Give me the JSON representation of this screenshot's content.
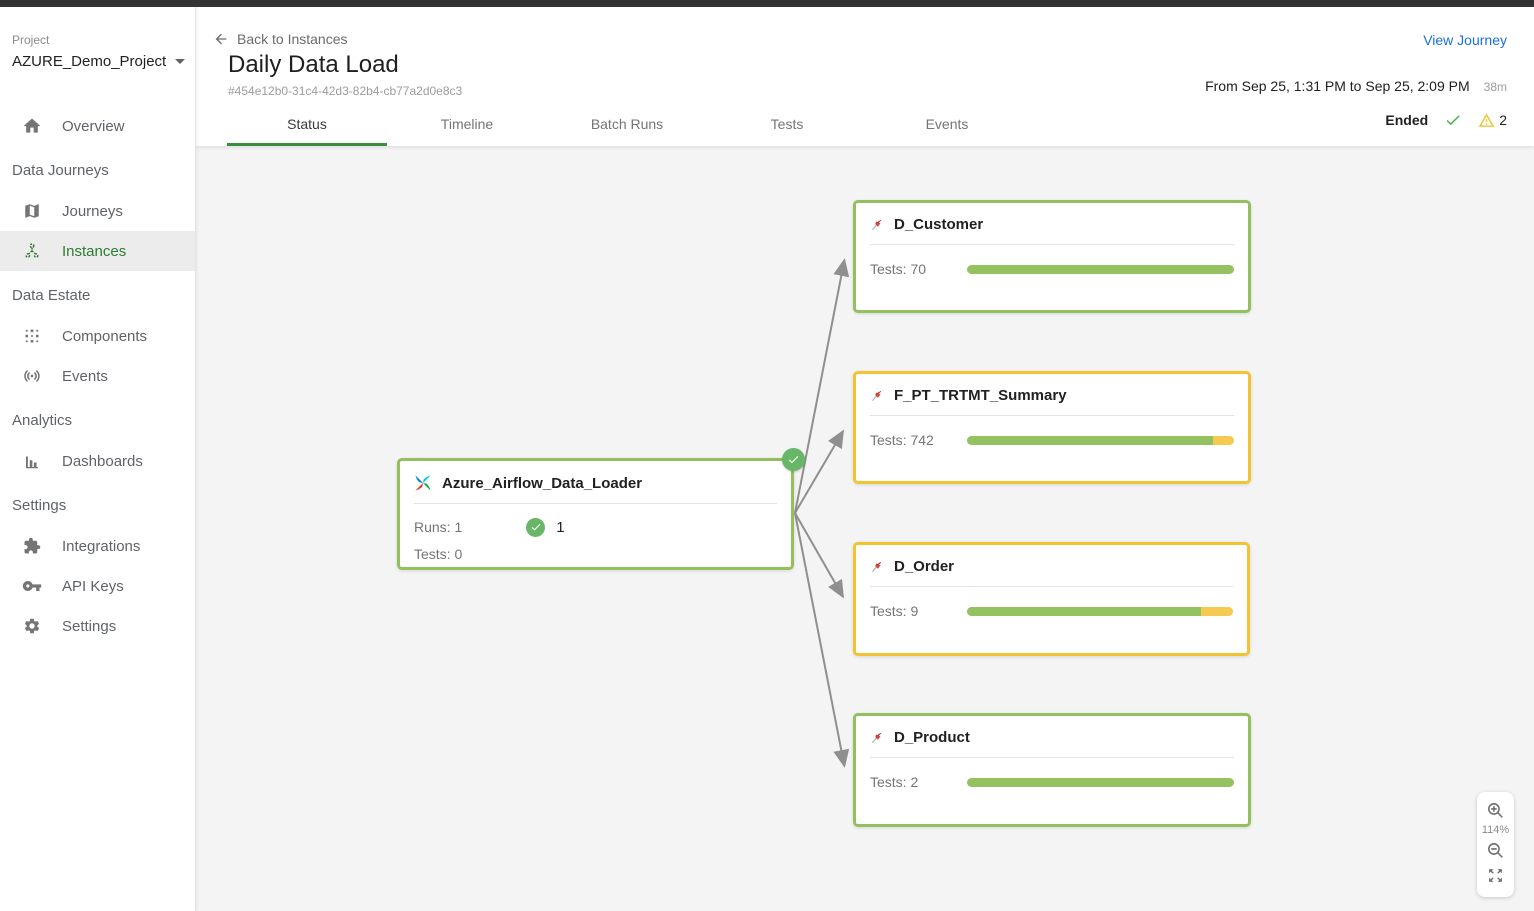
{
  "sidebar": {
    "project_label": "Project",
    "project_name": "AZURE_Demo_Project",
    "items": [
      {
        "label": "Overview",
        "icon": "home-icon"
      },
      {
        "label": "Data Journeys",
        "type": "section"
      },
      {
        "label": "Journeys",
        "icon": "map-icon"
      },
      {
        "label": "Instances",
        "icon": "tree-icon",
        "active": true
      },
      {
        "label": "Data Estate",
        "type": "section"
      },
      {
        "label": "Components",
        "icon": "components-icon"
      },
      {
        "label": "Events",
        "icon": "broadcast-icon"
      },
      {
        "label": "Analytics",
        "type": "section"
      },
      {
        "label": "Dashboards",
        "icon": "bar-chart-icon"
      },
      {
        "label": "Settings",
        "type": "section"
      },
      {
        "label": "Integrations",
        "icon": "puzzle-icon"
      },
      {
        "label": "API Keys",
        "icon": "key-icon"
      },
      {
        "label": "Settings",
        "icon": "gear-icon"
      }
    ]
  },
  "header": {
    "back_label": "Back to Instances",
    "title": "Daily Data Load",
    "instance_id": "#454e12b0-31c4-42d3-82b4-cb77a2d0e8c3",
    "view_journey_label": "View Journey",
    "time_range": "From Sep 25, 1:31 PM to Sep 25, 2:09 PM",
    "duration": "38m",
    "tabs": [
      {
        "label": "Status",
        "active": true
      },
      {
        "label": "Timeline"
      },
      {
        "label": "Batch Runs"
      },
      {
        "label": "Tests"
      },
      {
        "label": "Events"
      }
    ],
    "status": {
      "label": "Ended",
      "result_icon": "check-icon",
      "warning_icon": "warning-icon",
      "warning_count": "2"
    }
  },
  "canvas": {
    "zoom_level": "114%",
    "nodes": [
      {
        "title": "Azure_Airflow_Data_Loader",
        "icon": "airflow-icon",
        "status_color": "green",
        "runs_label": "Runs: 1",
        "runs_success_count": "1",
        "tests_label": "Tests: 0"
      },
      {
        "title": "D_Customer",
        "icon": "dataset-icon",
        "status_color": "green",
        "tests_label": "Tests: 70",
        "bar": {
          "green_pct": "100%",
          "yellow_pct": "0%"
        }
      },
      {
        "title": "F_PT_TRTMT_Summary",
        "icon": "dataset-icon",
        "status_color": "yellow",
        "tests_label": "Tests: 742",
        "bar": {
          "green_pct": "92%",
          "yellow_pct": "8%"
        }
      },
      {
        "title": "D_Order",
        "icon": "dataset-icon",
        "status_color": "yellow",
        "tests_label": "Tests: 9",
        "bar": {
          "green_pct": "88%",
          "yellow_pct": "12%"
        }
      },
      {
        "title": "D_Product",
        "icon": "dataset-icon",
        "status_color": "green",
        "tests_label": "Tests: 2",
        "bar": {
          "green_pct": "100%",
          "yellow_pct": "0%"
        }
      }
    ],
    "edges": [
      {
        "from": "Azure_Airflow_Data_Loader",
        "to": "D_Customer"
      },
      {
        "from": "Azure_Airflow_Data_Loader",
        "to": "F_PT_TRTMT_Summary"
      },
      {
        "from": "Azure_Airflow_Data_Loader",
        "to": "D_Order"
      },
      {
        "from": "Azure_Airflow_Data_Loader",
        "to": "D_Product"
      }
    ]
  },
  "colors": {
    "success_green": "#68b769",
    "border_green": "#92c05e",
    "border_yellow": "#f2c431",
    "bar_green": "#94c261",
    "bar_yellow": "#f4ca50",
    "link_blue": "#1a6fe0",
    "tab_active_green": "#388e3c",
    "nav_active_green": "#2e7d32",
    "edge_gray": "#8f8f8f"
  }
}
